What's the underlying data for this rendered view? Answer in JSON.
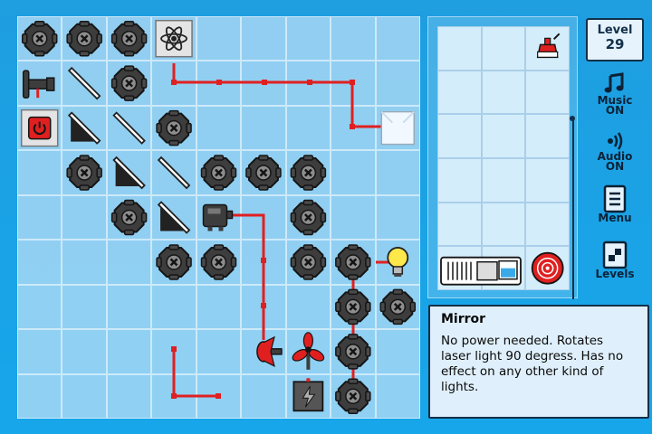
{
  "level": {
    "label": "Level",
    "number": "29"
  },
  "side_buttons": [
    {
      "id": "music",
      "line1": "Music",
      "line2": "ON",
      "icon": "music-note-icon"
    },
    {
      "id": "audio",
      "line1": "Audio",
      "line2": "ON",
      "icon": "speaker-waves-icon"
    },
    {
      "id": "menu",
      "line1": "Menu",
      "line2": "",
      "icon": "menu-list-icon"
    },
    {
      "id": "levels",
      "line1": "Levels",
      "line2": "",
      "icon": "levels-grid-icon"
    }
  ],
  "info": {
    "title": "Mirror",
    "body": "No power needed. Rotates laser light 90 degress. Has no effect on any other kind of lights."
  },
  "board": {
    "columns": 9,
    "rows": 9,
    "pieces": [
      {
        "type": "blocker",
        "r": 0,
        "c": 0
      },
      {
        "type": "blocker",
        "r": 0,
        "c": 1
      },
      {
        "type": "blocker",
        "r": 0,
        "c": 2
      },
      {
        "type": "atom",
        "r": 0,
        "c": 3
      },
      {
        "type": "laser",
        "r": 1,
        "c": 0
      },
      {
        "type": "mirror-backslash",
        "r": 1,
        "c": 1
      },
      {
        "type": "blocker",
        "r": 1,
        "c": 2
      },
      {
        "type": "power-button",
        "r": 2,
        "c": 0
      },
      {
        "type": "mirror-triangle-bs",
        "r": 2,
        "c": 1
      },
      {
        "type": "mirror-backslash",
        "r": 2,
        "c": 2
      },
      {
        "type": "blocker",
        "r": 2,
        "c": 3
      },
      {
        "type": "ice-block",
        "r": 2,
        "c": 8
      },
      {
        "type": "blocker",
        "r": 3,
        "c": 1
      },
      {
        "type": "mirror-triangle-bs",
        "r": 3,
        "c": 2
      },
      {
        "type": "mirror-backslash",
        "r": 3,
        "c": 3
      },
      {
        "type": "blocker",
        "r": 3,
        "c": 4
      },
      {
        "type": "blocker",
        "r": 3,
        "c": 5
      },
      {
        "type": "blocker",
        "r": 3,
        "c": 6
      },
      {
        "type": "blocker",
        "r": 4,
        "c": 2
      },
      {
        "type": "mirror-triangle-bs",
        "r": 4,
        "c": 3
      },
      {
        "type": "battery",
        "r": 4,
        "c": 4
      },
      {
        "type": "blocker",
        "r": 4,
        "c": 6
      },
      {
        "type": "blocker",
        "r": 5,
        "c": 3
      },
      {
        "type": "blocker",
        "r": 5,
        "c": 4
      },
      {
        "type": "blocker",
        "r": 5,
        "c": 6
      },
      {
        "type": "blocker",
        "r": 5,
        "c": 7
      },
      {
        "type": "bulb",
        "r": 5,
        "c": 8
      },
      {
        "type": "blocker",
        "r": 6,
        "c": 7
      },
      {
        "type": "blocker",
        "r": 6,
        "c": 8
      },
      {
        "type": "propeller",
        "r": 7,
        "c": 5
      },
      {
        "type": "fan",
        "r": 7,
        "c": 6
      },
      {
        "type": "blocker",
        "r": 7,
        "c": 7
      },
      {
        "type": "generator",
        "r": 8,
        "c": 6
      },
      {
        "type": "blocker",
        "r": 8,
        "c": 7
      }
    ]
  },
  "inventory": {
    "columns": 3,
    "rows": 6,
    "items": [
      {
        "type": "kettle",
        "r": 0,
        "c": 2
      },
      {
        "type": "machine",
        "r": 5,
        "c": 0
      },
      {
        "type": "fire-alarm",
        "r": 5,
        "c": 2
      }
    ]
  },
  "colors": {
    "wire": "#e02020",
    "blocker": "#3d3d3d",
    "bg": "#1aa3e6"
  }
}
